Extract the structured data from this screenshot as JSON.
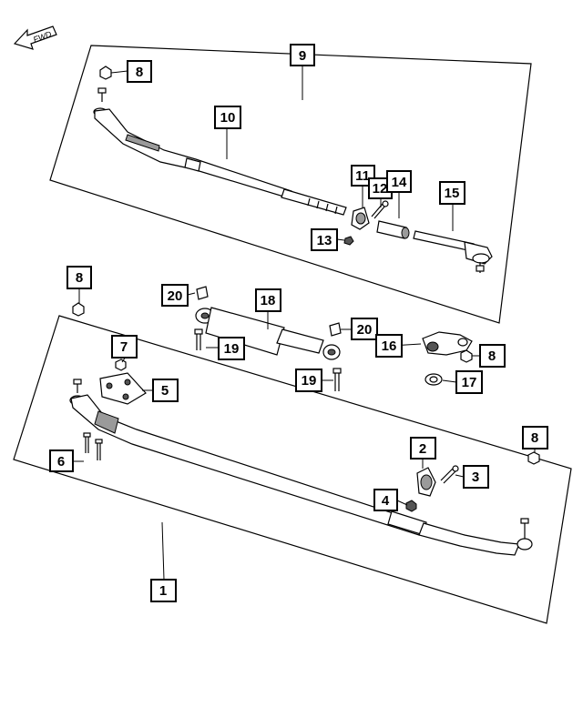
{
  "diagram": {
    "fwd_label": "FWD",
    "callouts": {
      "c1": "1",
      "c2": "2",
      "c3": "3",
      "c4": "4",
      "c5": "5",
      "c6": "6",
      "c7": "7",
      "c8_top": "8",
      "c8_left": "8",
      "c8_mid": "8",
      "c8_right": "8",
      "c9": "9",
      "c10": "10",
      "c11": "11",
      "c12": "12",
      "c13": "13",
      "c14": "14",
      "c15": "15",
      "c16": "16",
      "c17": "17",
      "c18": "18",
      "c19_left": "19",
      "c19_right": "19",
      "c20_left": "20",
      "c20_right": "20"
    }
  }
}
